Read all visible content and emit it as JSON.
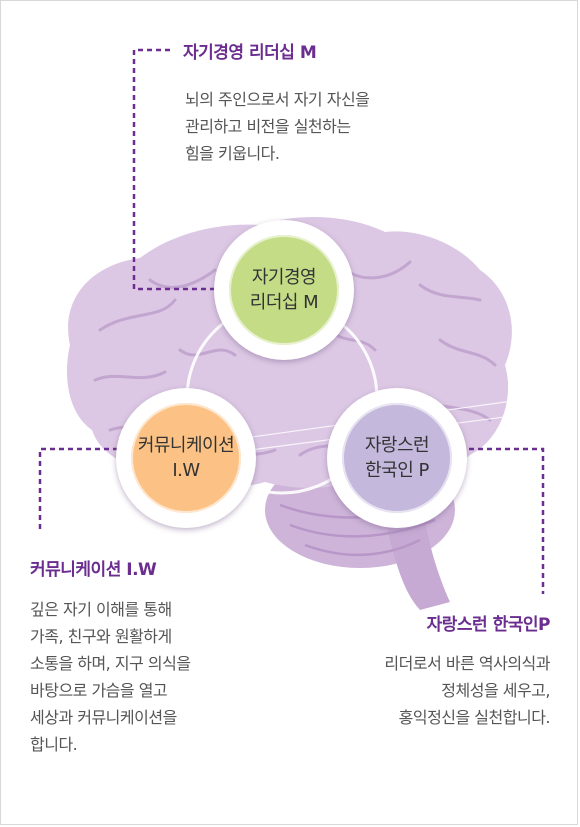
{
  "self_leadership": {
    "heading": "자기경영 리더십 M",
    "description": "뇌의 주인으로서 자기 자신을\n관리하고 비전을 실천하는\n힘을 키웁니다.",
    "node_label": "자기경영\n리더십 M",
    "color": "#c4dc86"
  },
  "communication": {
    "heading": "커뮤니케이션 I.W",
    "description": "깊은 자기 이해를 통해\n가족, 친구와 원활하게\n소통을 하며, 지구 의식을\n바탕으로 가슴을 열고\n세상과 커뮤니케이션을\n합니다.",
    "node_label": "커뮤니케이션\nI.W",
    "color": "#fcc285"
  },
  "proud_korean": {
    "heading": "자랑스런 한국인P",
    "description": "리더로서 바른 역사의식과\n정체성을 세우고,\n홍익정신을 실천합니다.",
    "node_label": "자랑스런\n한국인 P",
    "color": "#c5b8dd"
  },
  "colors": {
    "heading": "#6b2d8f",
    "connector": "#6b2d8f",
    "brain": "#d7c3df"
  }
}
